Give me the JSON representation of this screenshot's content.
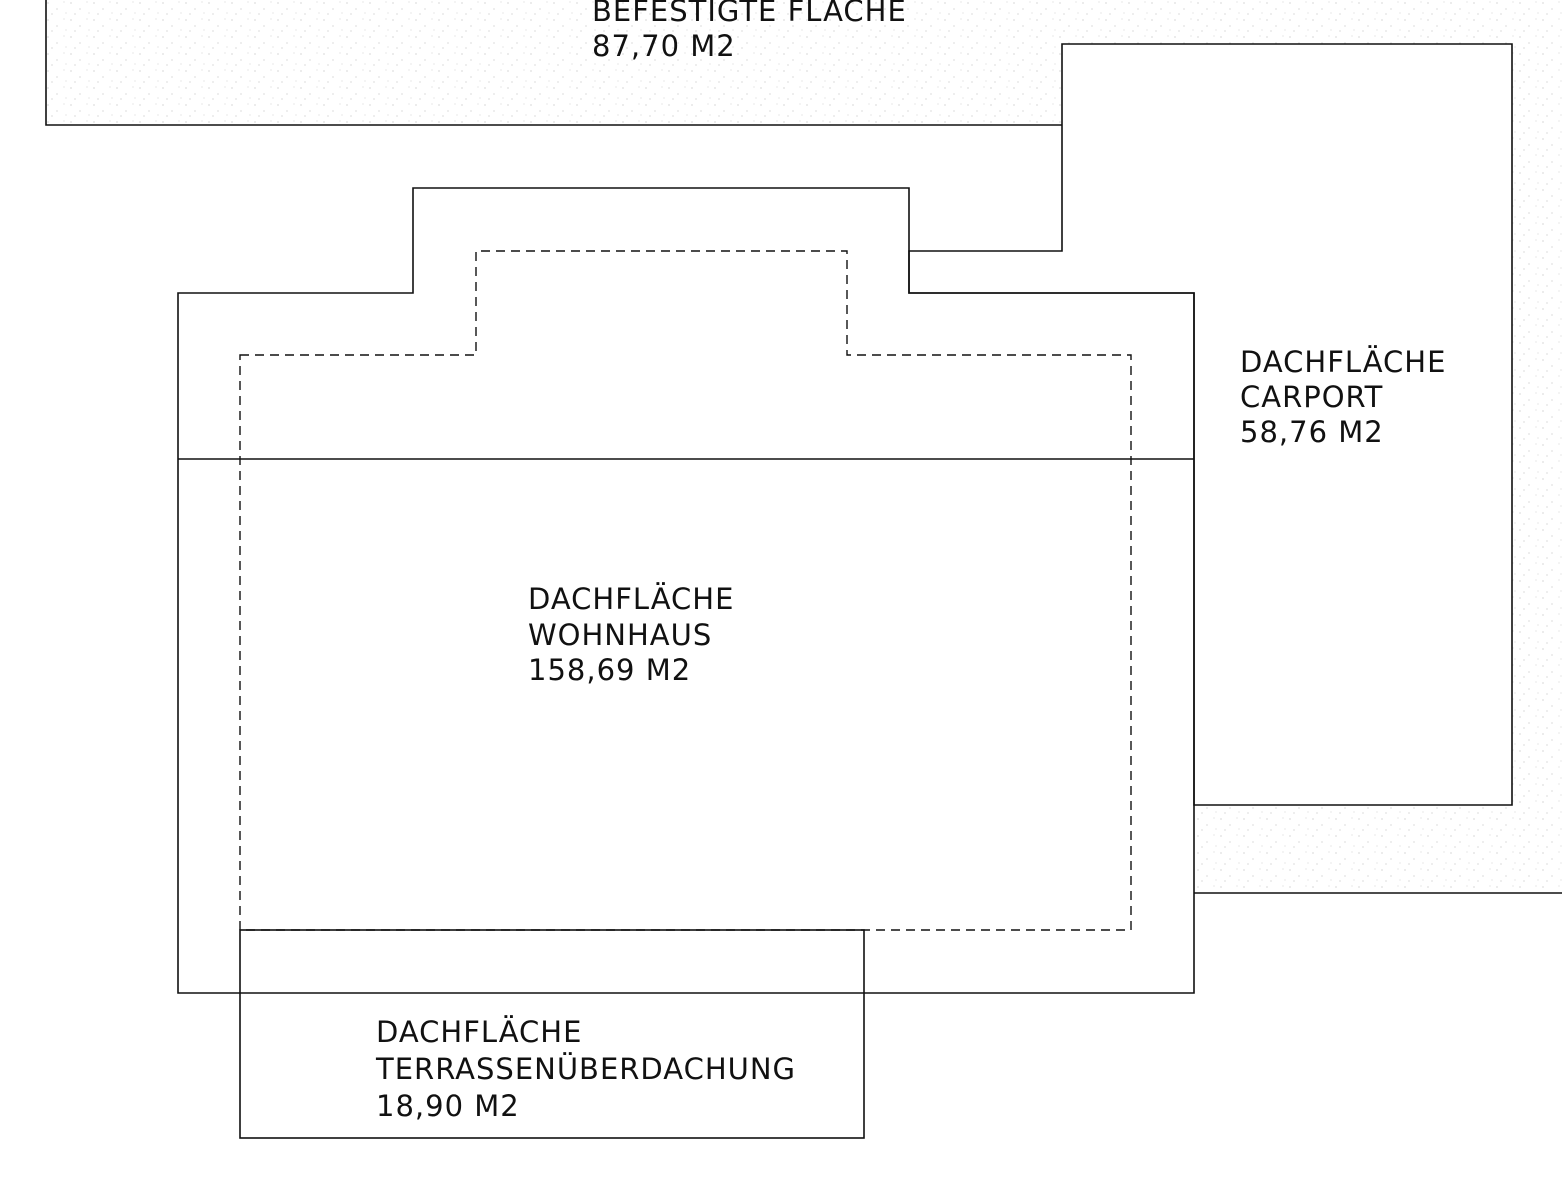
{
  "colors": {
    "line": "#111111",
    "hatch": "#222222",
    "background": "#ffffff",
    "speckle": "#9a9a9a"
  },
  "labels": {
    "befestigte": {
      "line1": "BEFESTIGTE FLÄCHE",
      "line2": "87,70 M2"
    },
    "carport": {
      "line1": "DACHFLÄCHE",
      "line2": "CARPORT",
      "line3": "58,76 M2"
    },
    "wohnhaus": {
      "line1": "DACHFLÄCHE",
      "line2": "WOHNHAUS",
      "line3": "158,69 M2"
    },
    "terrasse": {
      "line1": "DACHFLÄCHE",
      "line2": "TERRASSENÜBERDACHUNG",
      "line3": "18,90 M2"
    }
  }
}
